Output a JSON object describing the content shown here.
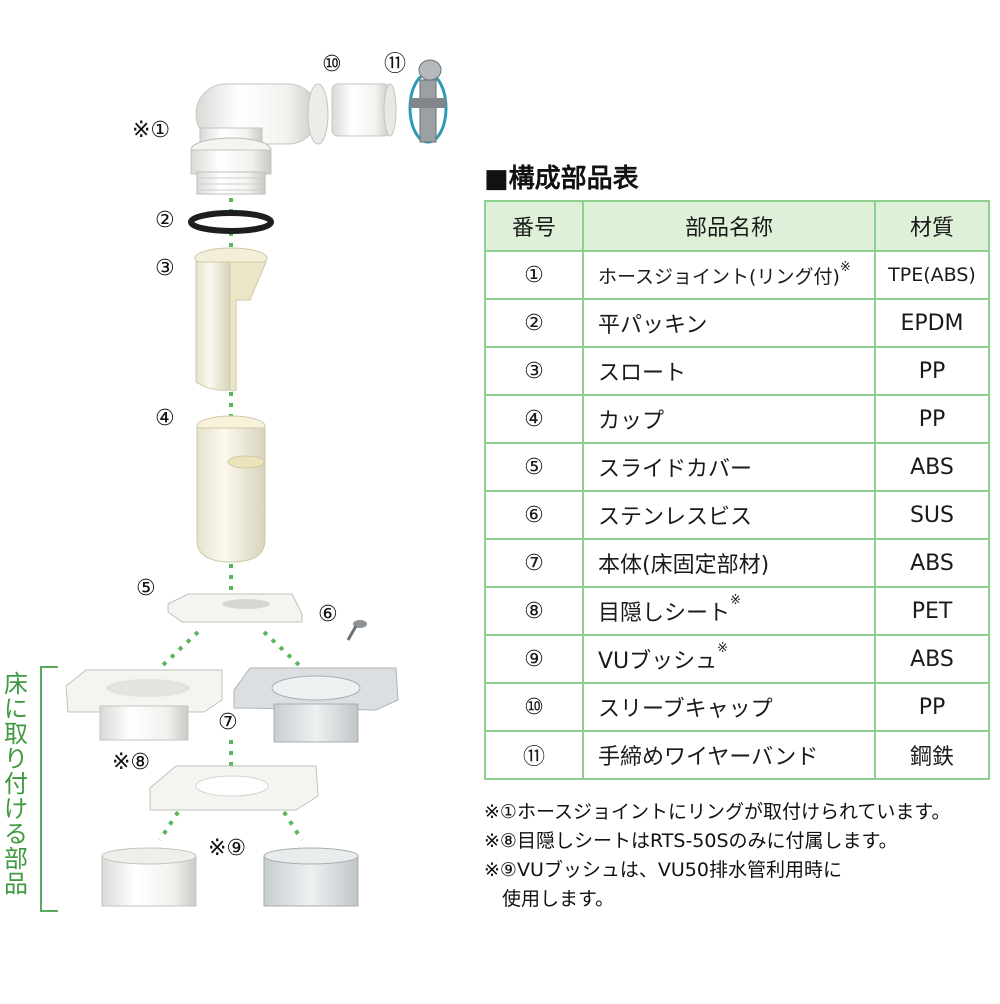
{
  "diagram": {
    "labels": {
      "p1": "※①",
      "p2": "②",
      "p3": "③",
      "p4": "④",
      "p5": "⑤",
      "p6": "⑥",
      "p7": "⑦",
      "p8": "※⑧",
      "p9": "※⑨",
      "p10": "⑩",
      "p11": "⑪"
    },
    "side_label": [
      "床",
      "に",
      "取",
      "り",
      "付",
      "け",
      "る",
      "部",
      "品"
    ]
  },
  "table": {
    "title": "■構成部品表",
    "headers": [
      "番号",
      "部品名称",
      "材質"
    ],
    "rows": [
      {
        "no": "①",
        "name": "ホースジョイント(リング付)",
        "mark": "※",
        "material": "TPE(ABS)"
      },
      {
        "no": "②",
        "name": "平パッキン",
        "mark": "",
        "material": "EPDM"
      },
      {
        "no": "③",
        "name": "スロート",
        "mark": "",
        "material": "PP"
      },
      {
        "no": "④",
        "name": "カップ",
        "mark": "",
        "material": "PP"
      },
      {
        "no": "⑤",
        "name": "スライドカバー",
        "mark": "",
        "material": "ABS"
      },
      {
        "no": "⑥",
        "name": "ステンレスビス",
        "mark": "",
        "material": "SUS"
      },
      {
        "no": "⑦",
        "name": "本体(床固定部材)",
        "mark": "",
        "material": "ABS"
      },
      {
        "no": "⑧",
        "name": "目隠しシート",
        "mark": "※",
        "material": "PET"
      },
      {
        "no": "⑨",
        "name": "VUブッシュ",
        "mark": "※",
        "material": "ABS"
      },
      {
        "no": "⑩",
        "name": "スリーブキャップ",
        "mark": "",
        "material": "PP"
      },
      {
        "no": "⑪",
        "name": "手締めワイヤーバンド",
        "mark": "",
        "material": "鋼鉄"
      }
    ]
  },
  "notes": [
    "※①ホースジョイントにリングが取付けられています。",
    "※⑧目隠しシートはRTS-50Sのみに付属します。",
    "※⑨VUブッシュは、VU50排水管利用時に",
    "使用します。"
  ],
  "colors": {
    "table_border": "#8fcf8f",
    "header_bg": "#dff0d8",
    "guide_line": "#5ab85a",
    "side_label": "#3f9a3f"
  }
}
